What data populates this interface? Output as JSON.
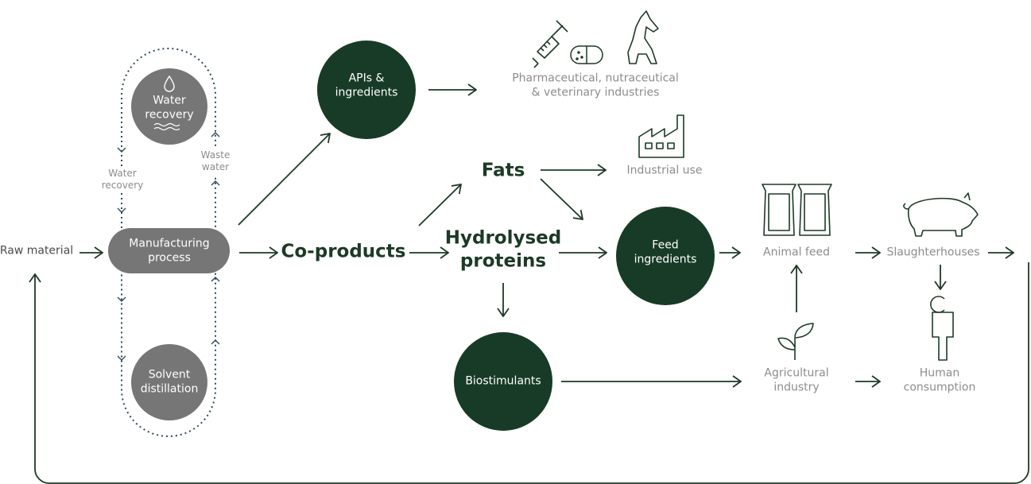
{
  "colors": {
    "dark_green": "#173b26",
    "gray_node": "#767676",
    "gray_text": "#8c8c8c",
    "arrow": "#1c3a26",
    "dotted": "#2d4a5a"
  },
  "nodes": {
    "raw_material": "Raw material",
    "manufacturing": [
      "Manufacturing",
      "process"
    ],
    "water_recovery_circle": [
      "Water",
      "recovery"
    ],
    "solvent": [
      "Solvent",
      "distillation"
    ],
    "water_recovery_label": [
      "Water",
      "recovery"
    ],
    "waste_water_label": [
      "Waste",
      "water"
    ],
    "co_products": "Co-products",
    "apis": [
      "APIs &",
      "ingredients"
    ],
    "pharma": [
      "Pharmaceutical, nutraceutical",
      "& veterinary industries"
    ],
    "fats": "Fats",
    "industrial": "Industrial use",
    "hydrolysed": [
      "Hydrolysed",
      "proteins"
    ],
    "feed": [
      "Feed",
      "ingredients"
    ],
    "biostimulants": "Biostimulants",
    "animal_feed": "Animal feed",
    "slaughterhouses": "Slaughterhouses",
    "agricultural": [
      "Agricultural",
      "industry"
    ],
    "human": [
      "Human",
      "consumption"
    ]
  },
  "icons": [
    "water-drop-icon",
    "syringe-icon",
    "pill-icon",
    "dog-icon",
    "factory-icon",
    "feed-bag-icon",
    "pig-icon",
    "person-icon",
    "sprout-icon"
  ]
}
